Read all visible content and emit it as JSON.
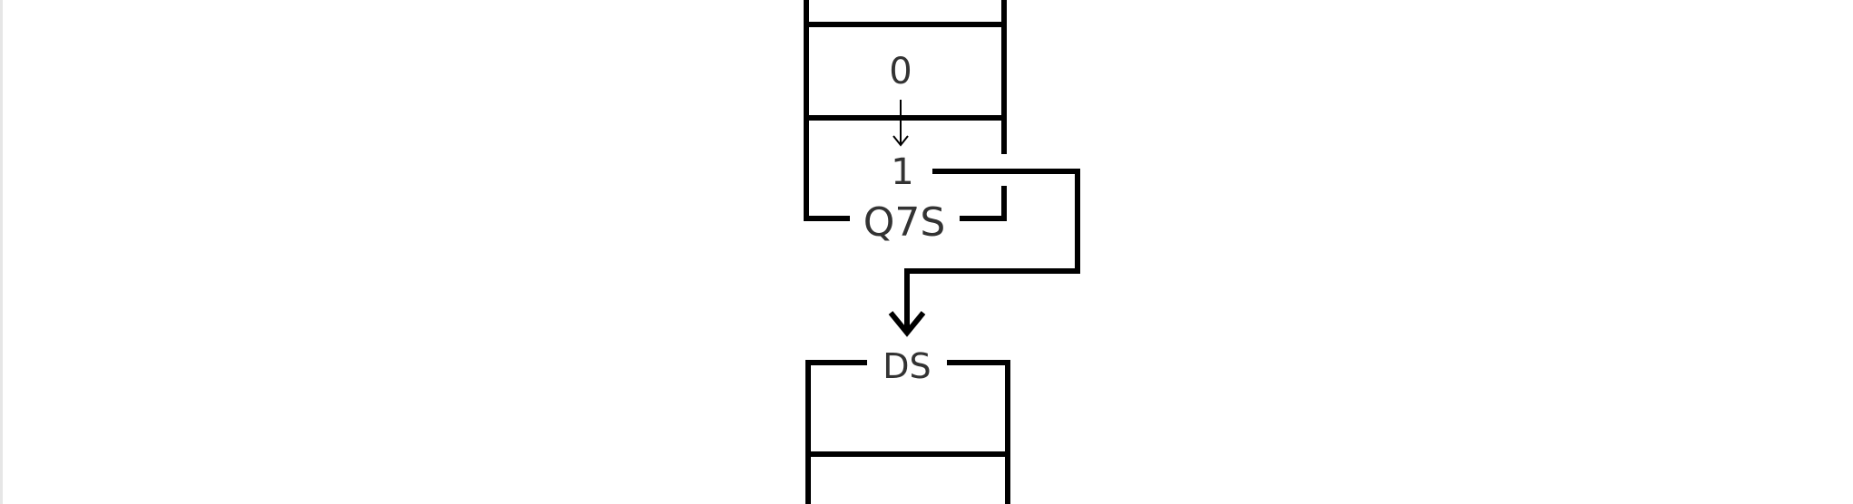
{
  "diagram": {
    "register_top": {
      "cells": [
        "0",
        "1"
      ],
      "output_pin": "Q7S"
    },
    "register_bottom": {
      "input_pin": "DS"
    }
  },
  "colors": {
    "stroke": "#000000",
    "text": "#333333",
    "background": "#ffffff"
  }
}
